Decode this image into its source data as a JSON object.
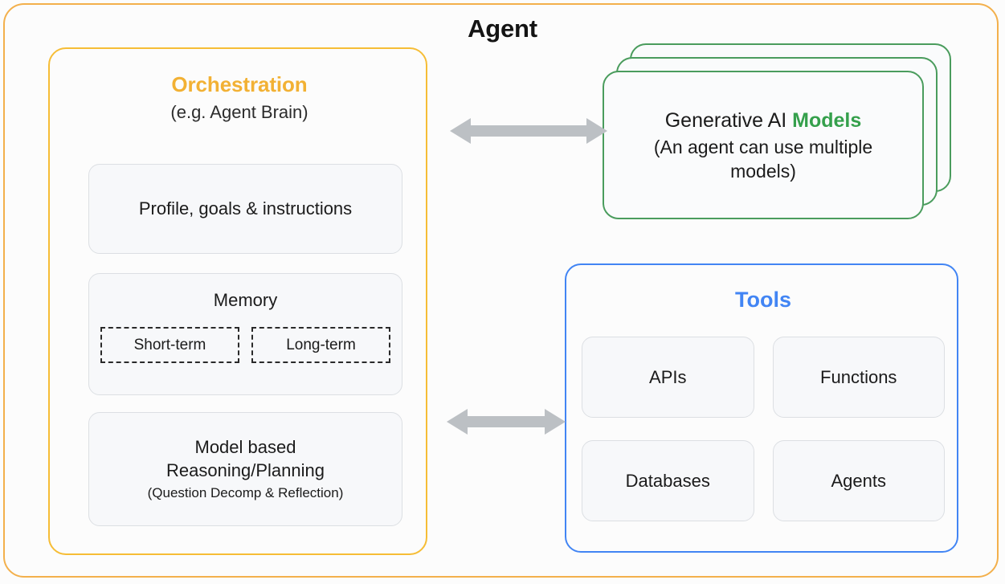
{
  "diagram": {
    "title": "Agent",
    "colors": {
      "outer_frame": "#f3b04c",
      "orchestration": "#f2b134",
      "models": "#35a04c",
      "tools": "#4285f4",
      "arrow": "#bcc0c4",
      "card_fill": "#f7f8fa",
      "card_border": "#dcdfe3",
      "text": "#1b1b1b",
      "background": "#fcfcfc"
    }
  },
  "orchestration": {
    "heading": "Orchestration",
    "subheading": "(e.g. Agent Brain)",
    "cards": {
      "profile": "Profile, goals & instructions",
      "memory": {
        "title": "Memory",
        "items": [
          "Short-term",
          "Long-term"
        ]
      },
      "reasoning": {
        "line1": "Model based",
        "line2": "Reasoning/Planning",
        "note": "(Question Decomp & Reflection)"
      }
    }
  },
  "models": {
    "title_prefix": "Generative AI ",
    "title_accent": "Models",
    "subtitle": "(An agent can use multiple models)",
    "stack_count": 3
  },
  "tools": {
    "heading": "Tools",
    "items": [
      "APIs",
      "Functions",
      "Databases",
      "Agents"
    ]
  },
  "connectors": [
    {
      "name": "orchestration-to-models",
      "direction": "bidirectional"
    },
    {
      "name": "orchestration-to-tools",
      "direction": "bidirectional"
    }
  ]
}
